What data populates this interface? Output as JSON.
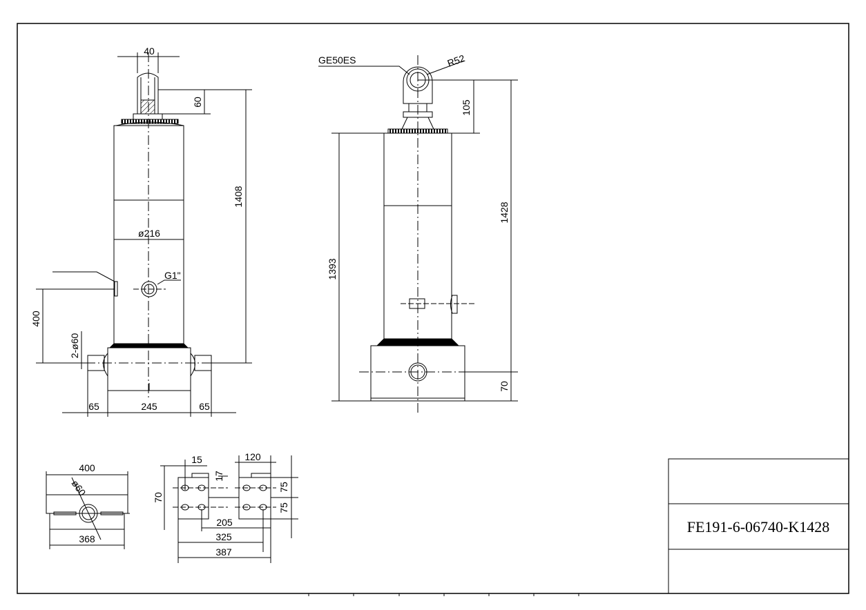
{
  "title_block": {
    "drawing_number": "FE191-6-06740-K1428"
  },
  "front_view": {
    "rod_width": "40",
    "rod_end_height": "60",
    "total_height": "1408",
    "body_diameter": "ø216",
    "port": "G1\"",
    "port_height": "400",
    "trunnion": "2-ø60",
    "trunnion_left": "65",
    "base_width": "245",
    "trunnion_right": "65"
  },
  "side_view": {
    "bearing": "GE50ES",
    "eye_radius": "R52",
    "eye_height": "105",
    "total_height": "1428",
    "tube_height": "1393",
    "base_height": "70"
  },
  "bottom_view": {
    "width_top": "400",
    "bore": "ø60",
    "width_bottom": "368"
  },
  "bracket_view": {
    "hole_dia": "15",
    "plate_width": "120",
    "offset": "17",
    "height": "70",
    "pitch_a": "75",
    "pitch_b": "75",
    "span_1": "205",
    "span_2": "325",
    "span_3": "387"
  }
}
